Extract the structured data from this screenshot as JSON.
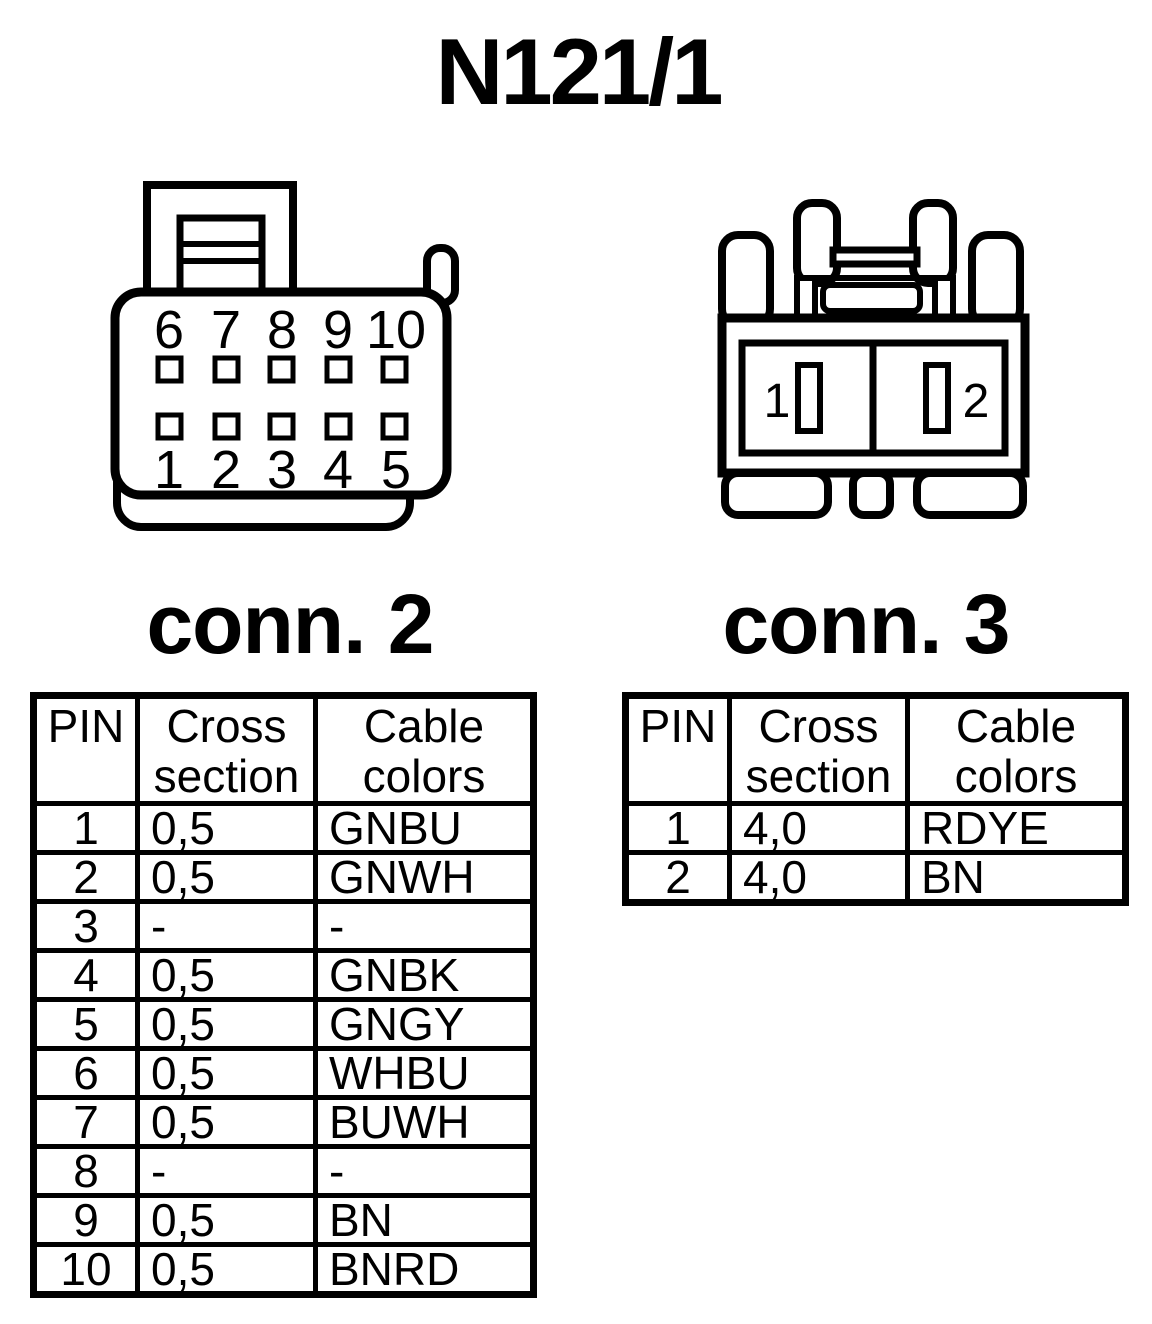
{
  "title": "N121/1",
  "colors": {
    "ink": "#000000",
    "background": "#ffffff"
  },
  "connectors": [
    {
      "label": "conn. 2",
      "pins_top": [
        "6",
        "7",
        "8",
        "9",
        "10"
      ],
      "pins_bottom": [
        "1",
        "2",
        "3",
        "4",
        "5"
      ]
    },
    {
      "label": "conn. 3",
      "pins": [
        "1",
        "2"
      ]
    }
  ],
  "tables": [
    {
      "headers": [
        "PIN",
        "Cross section",
        "Cable colors"
      ],
      "rows": [
        [
          "1",
          "0,5",
          "GNBU"
        ],
        [
          "2",
          "0,5",
          "GNWH"
        ],
        [
          "3",
          "-",
          "-"
        ],
        [
          "4",
          "0,5",
          "GNBK"
        ],
        [
          "5",
          "0,5",
          "GNGY"
        ],
        [
          "6",
          "0,5",
          "WHBU"
        ],
        [
          "7",
          "0,5",
          "BUWH"
        ],
        [
          "8",
          "-",
          "-"
        ],
        [
          "9",
          "0,5",
          "BN"
        ],
        [
          "10",
          "0,5",
          "BNRD"
        ]
      ]
    },
    {
      "headers": [
        "PIN",
        "Cross section",
        "Cable colors"
      ],
      "rows": [
        [
          "1",
          "4,0",
          "RDYE"
        ],
        [
          "2",
          "4,0",
          "BN"
        ]
      ]
    }
  ]
}
